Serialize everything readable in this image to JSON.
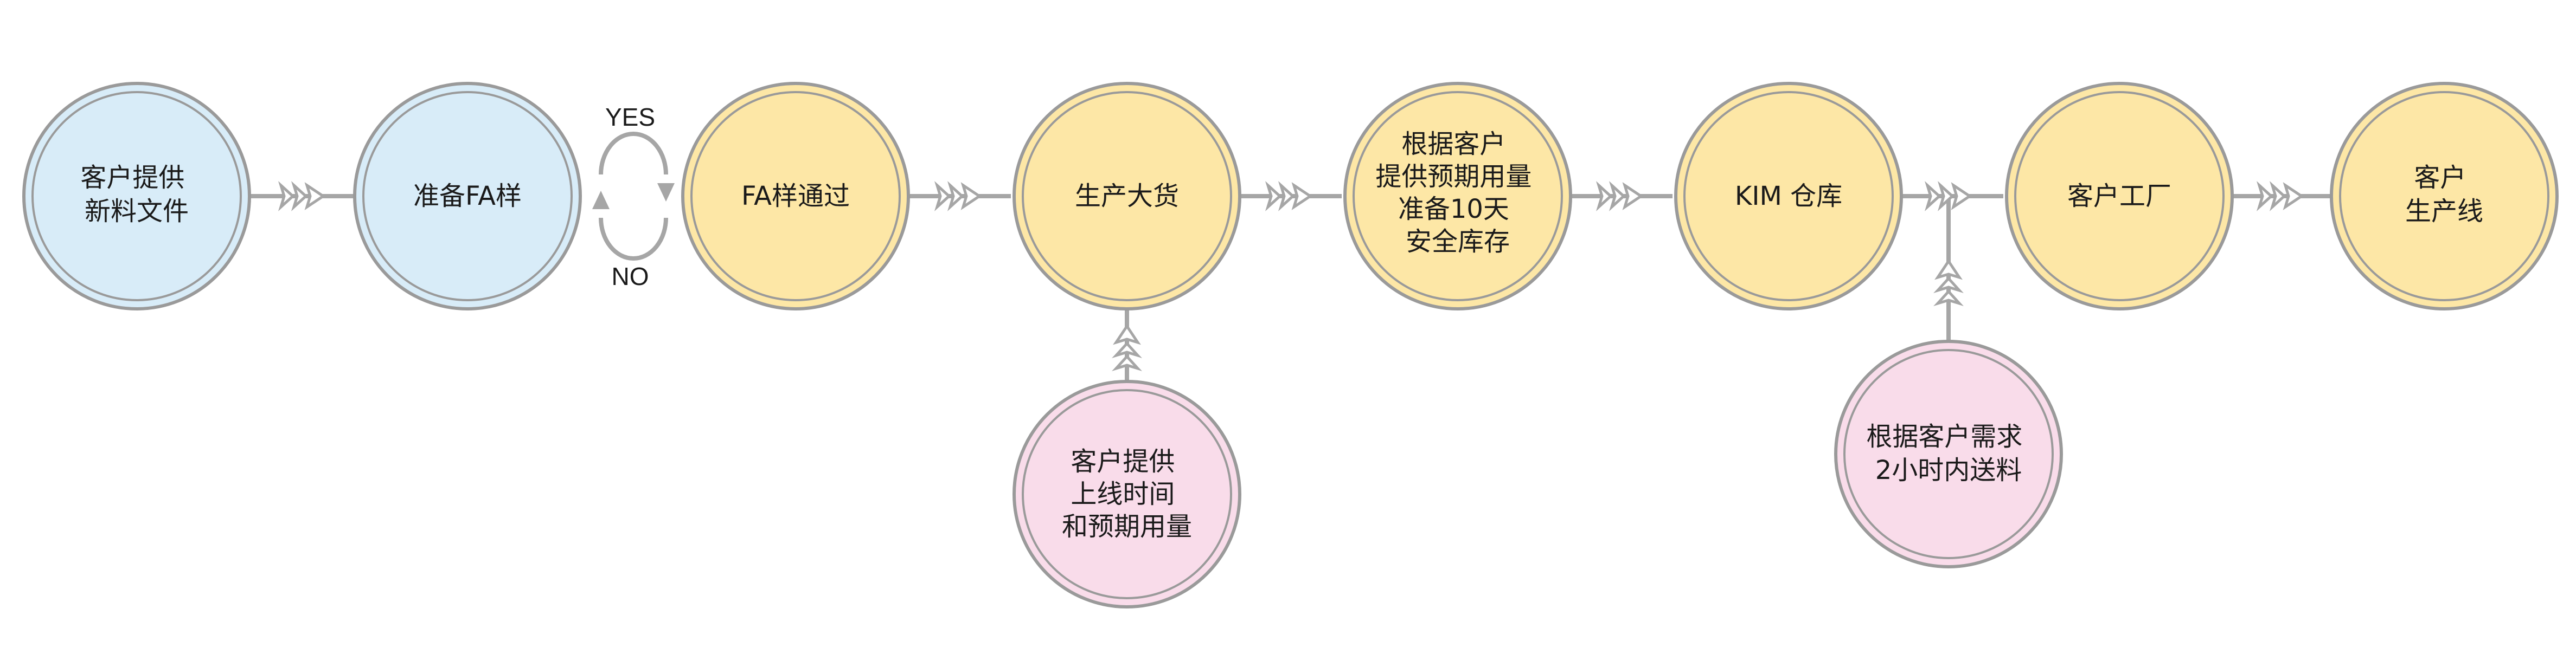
{
  "nodes": [
    {
      "id": "n1",
      "lines": [
        "客户提供",
        "新料文件"
      ],
      "color": "blue"
    },
    {
      "id": "n2",
      "lines": [
        "准备FA样"
      ],
      "color": "blue"
    },
    {
      "id": "n3",
      "lines": [
        "FA样通过"
      ],
      "color": "yellow"
    },
    {
      "id": "n4",
      "lines": [
        "生产大货"
      ],
      "color": "yellow"
    },
    {
      "id": "n5",
      "lines": [
        "根据客户",
        "提供预期用量",
        "准备10天",
        "安全库存"
      ],
      "color": "yellow"
    },
    {
      "id": "n6",
      "lines": [
        "KIM 仓库"
      ],
      "color": "yellow"
    },
    {
      "id": "n7",
      "lines": [
        "客户工厂"
      ],
      "color": "yellow"
    },
    {
      "id": "n8",
      "lines": [
        "客户",
        "生产线"
      ],
      "color": "yellow"
    },
    {
      "id": "s1",
      "lines": [
        "客户提供",
        "上线时间",
        "和预期用量"
      ],
      "color": "pink"
    },
    {
      "id": "s2",
      "lines": [
        "根据客户需求",
        "2小时内送料"
      ],
      "color": "pink"
    }
  ],
  "loop": {
    "yes_label": "YES",
    "no_label": "NO"
  },
  "colors": {
    "blue": "#d8ecf8",
    "yellow": "#fde7a6",
    "pink": "#f9dcea",
    "stroke": "#9a9a9a"
  }
}
